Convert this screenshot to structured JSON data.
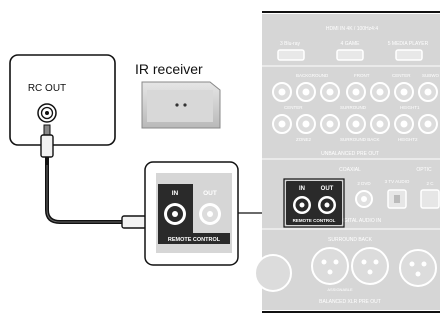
{
  "ir_receiver": {
    "label": "IR receiver"
  },
  "remote_device": {
    "label": "RC OUT"
  },
  "adapter_panel": {
    "in_label": "IN",
    "out_label": "OUT",
    "bar_label": "REMOTE CONTROL"
  },
  "rear_panel": {
    "hdmi_header": "HDMI IN    4K / 100Hz4:4",
    "hdmi_inputs": [
      "3 Blu-ray",
      "4 GAME",
      "5 MEDIA PLAYER"
    ],
    "speaker_row1": [
      "BACKGROUND",
      "FRONT",
      "CENTER",
      "SUBWO"
    ],
    "speaker_row2": [
      "CENTER",
      "SURROUND",
      "HEIGHT1"
    ],
    "speaker_row3": [
      "ZONE2",
      "SURROUND BACK",
      "HEIGHT2"
    ],
    "preout_label": "UNBALANCED PRE OUT",
    "coaxial_label": "COAXIAL",
    "optical_label": "OPTIC",
    "digital_inputs": [
      "1 BLURAY",
      "2 DVD",
      "3 TV AUDIO",
      "2 C"
    ],
    "remote_in": "IN",
    "remote_out": "OUT",
    "remote_bar": "REMOTE CONTROL",
    "digital_audio_label": "DIGITAL AUDIO IN",
    "surround_back_label": "SURROUND BACK",
    "balanced_label": "BALANCED XLR PRE OUT",
    "assignable": "ASSIGNABLE"
  },
  "colors": {
    "panel_bg": "#d4d4d4",
    "panel_dark": "#2a2a2a",
    "cable": "#1a1a1a",
    "line": "#555555"
  }
}
